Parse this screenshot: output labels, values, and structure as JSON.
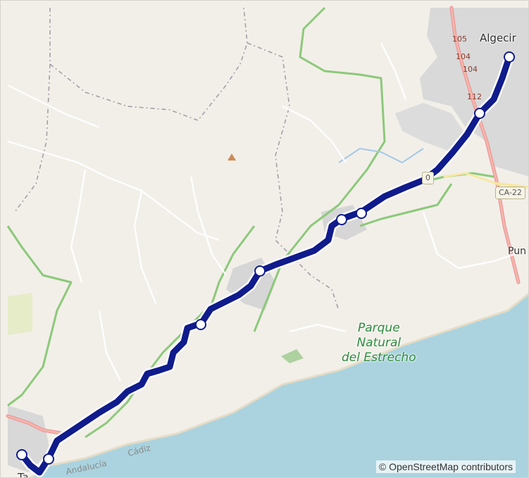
{
  "map": {
    "labels": {
      "algeciras": "Algecir",
      "tarifa": "Ta",
      "punta": "Pun",
      "park_line1": "Parque",
      "park_line2": "Natural",
      "park_line3": "del Estrecho",
      "andalucia": "Andalucía",
      "cadiz": "Cádiz",
      "ca_road": "CA-22",
      "road_refs": [
        "105",
        "104",
        "104",
        "112",
        "0"
      ]
    },
    "attribution": "© OpenStreetMap contributors",
    "colors": {
      "land": "#f2efe9",
      "sea": "#aad3df",
      "park_boundary": "#8cc97a",
      "route": "#101b8c",
      "urban": "#d9d9d9",
      "major_road": "#e8909b"
    },
    "icons": [
      "peak-icon"
    ]
  }
}
